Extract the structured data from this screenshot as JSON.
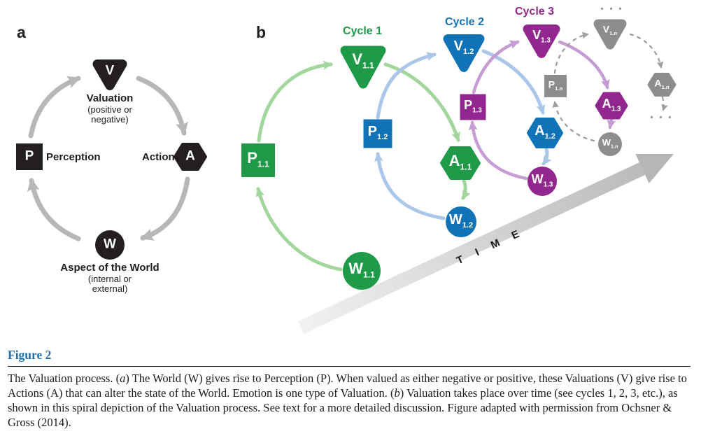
{
  "panels": {
    "a": {
      "label": "a",
      "nodes": {
        "valuation": {
          "letter": "V",
          "title": "Valuation",
          "subtitle_line1": "(positive or",
          "subtitle_line2": "negative)"
        },
        "perception": {
          "letter": "P",
          "title": "Perception"
        },
        "action": {
          "letter": "A",
          "title": "Action"
        },
        "world": {
          "letter": "W",
          "title": "Aspect of the World",
          "subtitle_line1": "(internal or",
          "subtitle_line2": "external)"
        }
      }
    },
    "b": {
      "label": "b",
      "cycle_labels": [
        {
          "text": "Cycle 1",
          "color_key": "green"
        },
        {
          "text": "Cycle 2",
          "color_key": "blue"
        },
        {
          "text": "Cycle 3",
          "color_key": "purple"
        }
      ],
      "ellipsis_top": "• • •",
      "ellipsis_right": "• • •",
      "time_label": "T I M E",
      "nodes": [
        {
          "id": "v11",
          "letter": "V",
          "sub": "1.1",
          "color_key": "green"
        },
        {
          "id": "v12",
          "letter": "V",
          "sub": "1.2",
          "color_key": "blue"
        },
        {
          "id": "v13",
          "letter": "V",
          "sub": "1.3",
          "color_key": "purple"
        },
        {
          "id": "v1n",
          "letter": "V",
          "sub": "1.",
          "sub_italic": "n",
          "color_key": "gray"
        },
        {
          "id": "p11",
          "letter": "P",
          "sub": "1.1",
          "color_key": "green"
        },
        {
          "id": "p12",
          "letter": "P",
          "sub": "1.2",
          "color_key": "blue"
        },
        {
          "id": "p13",
          "letter": "P",
          "sub": "1.3",
          "color_key": "purple"
        },
        {
          "id": "p1n",
          "letter": "P",
          "sub": "1.",
          "sub_italic": "n",
          "color_key": "gray"
        },
        {
          "id": "a11",
          "letter": "A",
          "sub": "1.1",
          "color_key": "green"
        },
        {
          "id": "a12",
          "letter": "A",
          "sub": "1.2",
          "color_key": "blue"
        },
        {
          "id": "a13",
          "letter": "A",
          "sub": "1.3",
          "color_key": "purple"
        },
        {
          "id": "a1n",
          "letter": "A",
          "sub": "1.",
          "sub_italic": "n",
          "color_key": "gray"
        },
        {
          "id": "w11",
          "letter": "W",
          "sub": "1.1",
          "color_key": "green"
        },
        {
          "id": "w12",
          "letter": "W",
          "sub": "1.2",
          "color_key": "blue"
        },
        {
          "id": "w13",
          "letter": "W",
          "sub": "1.3",
          "color_key": "purple"
        },
        {
          "id": "w1n",
          "letter": "W",
          "sub": "1.",
          "sub_italic": "n",
          "color_key": "gray"
        }
      ]
    }
  },
  "caption": {
    "figure_label": "Figure 2",
    "segments": [
      {
        "text": "The Valuation process. ("
      },
      {
        "text": "a",
        "italic": true
      },
      {
        "text": ") The World (W) gives rise to Perception (P). When valued as either negative or positive, these Valuations (V) give rise to Actions (A) that can alter the state of the World. Emotion is one type of Valuation. ("
      },
      {
        "text": "b",
        "italic": true
      },
      {
        "text": ") Valuation takes place over time (see cycles 1, 2, 3, etc.), as shown in this spiral depiction of the Valuation process. See text for a more detailed discussion. Figure adapted with permission from Ochsner & Gross (2014)."
      }
    ]
  },
  "colors": {
    "green": "#1F9A48",
    "green_light": "#A3D69D",
    "blue": "#1173B7",
    "blue_light": "#AAC7E9",
    "purple": "#92278F",
    "purple_light": "#C59DD4",
    "gray": "#8B8D8E",
    "gray_dash": "#9DA0A1",
    "black": "#231F20",
    "gray_arrow": "#B5B7B9",
    "time_band_light": "#F1F1F1",
    "time_band_dark": "#B4B6B8",
    "figure_blue": "#1F6FAC"
  }
}
